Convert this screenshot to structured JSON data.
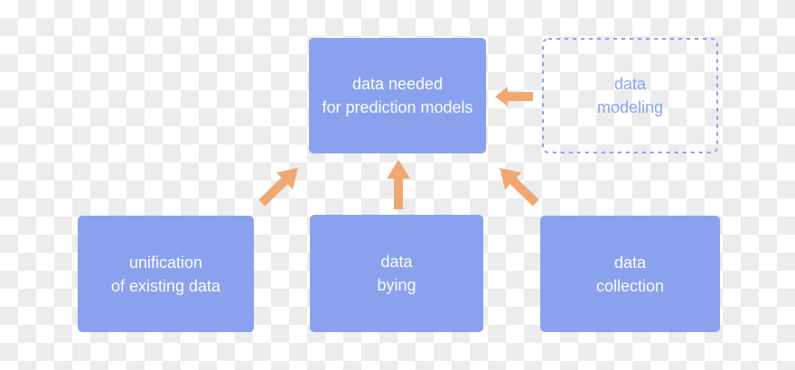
{
  "diagram": {
    "nodes": [
      {
        "id": "data-needed",
        "label": "data needed\nfor prediction models",
        "style": "solid-fill"
      },
      {
        "id": "data-modeling",
        "label": "data\nmodeling",
        "style": "dashed-outline"
      },
      {
        "id": "unification",
        "label": "unification\nof existing data",
        "style": "solid-fill"
      },
      {
        "id": "data-bying",
        "label": "data\nbying",
        "style": "solid-fill"
      },
      {
        "id": "data-collection",
        "label": "data\ncollection",
        "style": "solid-fill"
      }
    ],
    "edges": [
      {
        "from": "data-modeling",
        "to": "data-needed",
        "direction": "left"
      },
      {
        "from": "unification",
        "to": "data-needed",
        "direction": "up-right"
      },
      {
        "from": "data-bying",
        "to": "data-needed",
        "direction": "up"
      },
      {
        "from": "data-collection",
        "to": "data-needed",
        "direction": "up-left"
      }
    ],
    "colors": {
      "node_fill": "#8aa2ee",
      "node_text": "#fafbfe",
      "dashed_border": "#8aa0e8",
      "dashed_text": "#8ba4f0",
      "arrow": "#f0a873",
      "checker_light": "#ffffff",
      "checker_dark": "#ececec"
    }
  }
}
